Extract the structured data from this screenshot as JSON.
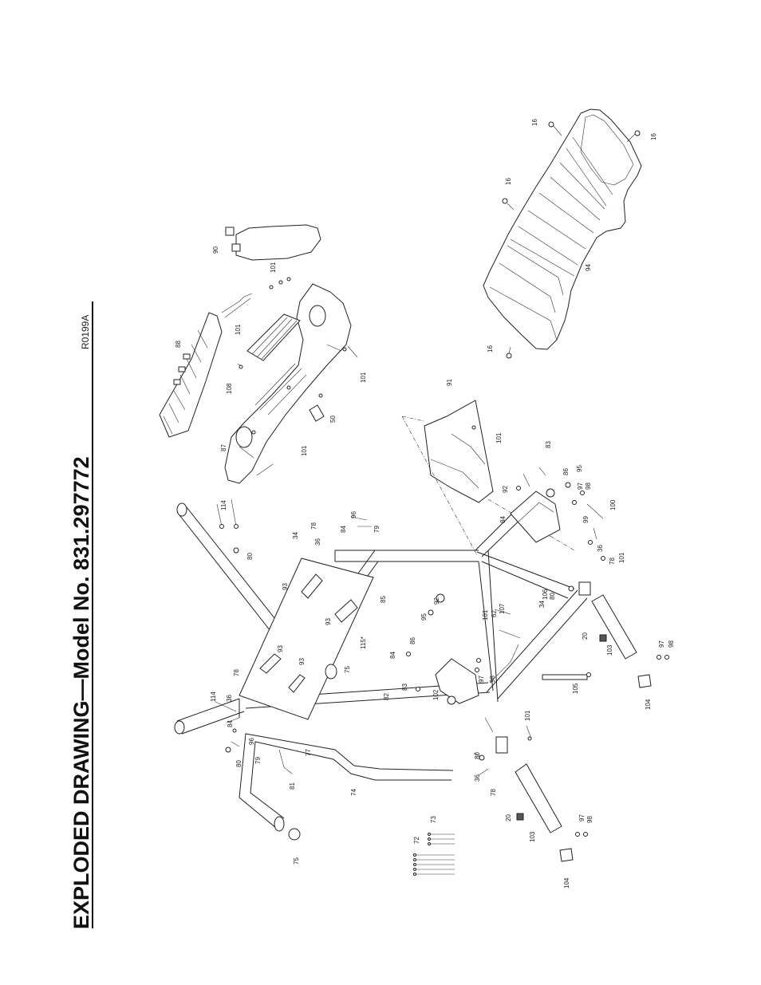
{
  "page": {
    "title": "EXPLODED DRAWING—Model No. 831.297772",
    "drawing_code": "R0199A"
  },
  "callouts": [
    {
      "name": "callout-16-a",
      "label": "16"
    },
    {
      "name": "callout-16-b",
      "label": "16"
    },
    {
      "name": "callout-16-c",
      "label": "16"
    },
    {
      "name": "callout-16-d",
      "label": "16"
    },
    {
      "name": "callout-90",
      "label": "90"
    },
    {
      "name": "callout-94",
      "label": "94"
    },
    {
      "name": "callout-101-a",
      "label": "101"
    },
    {
      "name": "callout-101-b",
      "label": "101"
    },
    {
      "name": "callout-101-c",
      "label": "101"
    },
    {
      "name": "callout-101-d",
      "label": "101"
    },
    {
      "name": "callout-88",
      "label": "88"
    },
    {
      "name": "callout-108",
      "label": "108"
    },
    {
      "name": "callout-50",
      "label": "50"
    },
    {
      "name": "callout-87",
      "label": "87"
    },
    {
      "name": "callout-91",
      "label": "91"
    },
    {
      "name": "callout-101-e",
      "label": "101"
    },
    {
      "name": "callout-83-a",
      "label": "83"
    },
    {
      "name": "callout-86-a",
      "label": "86"
    },
    {
      "name": "callout-95-a",
      "label": "95"
    },
    {
      "name": "callout-97-a",
      "label": "97"
    },
    {
      "name": "callout-98-a",
      "label": "98"
    },
    {
      "name": "callout-100",
      "label": "100"
    },
    {
      "name": "callout-99",
      "label": "99"
    },
    {
      "name": "callout-92-a",
      "label": "92"
    },
    {
      "name": "callout-84-a",
      "label": "84"
    },
    {
      "name": "callout-36-a",
      "label": "36"
    },
    {
      "name": "callout-78-a",
      "label": "78"
    },
    {
      "name": "callout-101-f",
      "label": "101"
    },
    {
      "name": "callout-114-a",
      "label": "114"
    },
    {
      "name": "callout-96-a",
      "label": "96"
    },
    {
      "name": "callout-84-b",
      "label": "84"
    },
    {
      "name": "callout-78-b",
      "label": "78"
    },
    {
      "name": "callout-79-a",
      "label": "79"
    },
    {
      "name": "callout-34-a",
      "label": "34"
    },
    {
      "name": "callout-36-b",
      "label": "36"
    },
    {
      "name": "callout-80-a",
      "label": "80"
    },
    {
      "name": "callout-93-a",
      "label": "93"
    },
    {
      "name": "callout-85",
      "label": "85"
    },
    {
      "name": "callout-92-b",
      "label": "92"
    },
    {
      "name": "callout-95-b",
      "label": "95"
    },
    {
      "name": "callout-101-g",
      "label": "101"
    },
    {
      "name": "callout-62",
      "label": "62"
    },
    {
      "name": "callout-107",
      "label": "107"
    },
    {
      "name": "callout-34-b",
      "label": "34"
    },
    {
      "name": "callout-106",
      "label": "106"
    },
    {
      "name": "callout-80-b",
      "label": "80"
    },
    {
      "name": "callout-93-b",
      "label": "93"
    },
    {
      "name": "callout-93-c",
      "label": "93"
    },
    {
      "name": "callout-93-d",
      "label": "93"
    },
    {
      "name": "callout-115",
      "label": "115*"
    },
    {
      "name": "callout-75-a",
      "label": "75"
    },
    {
      "name": "callout-86-b",
      "label": "86"
    },
    {
      "name": "callout-84-c",
      "label": "84"
    },
    {
      "name": "callout-83-b",
      "label": "83"
    },
    {
      "name": "callout-97-b",
      "label": "97"
    },
    {
      "name": "callout-98-b",
      "label": "98"
    },
    {
      "name": "callout-20-a",
      "label": "20"
    },
    {
      "name": "callout-103-a",
      "label": "103"
    },
    {
      "name": "callout-97-c",
      "label": "97"
    },
    {
      "name": "callout-98-c",
      "label": "98"
    },
    {
      "name": "callout-104-a",
      "label": "104"
    },
    {
      "name": "callout-105",
      "label": "105"
    },
    {
      "name": "callout-102",
      "label": "102"
    },
    {
      "name": "callout-82",
      "label": "82"
    },
    {
      "name": "callout-114-b",
      "label": "114"
    },
    {
      "name": "callout-36-c",
      "label": "36"
    },
    {
      "name": "callout-78-c",
      "label": "78"
    },
    {
      "name": "callout-84-d",
      "label": "84"
    },
    {
      "name": "callout-96-b",
      "label": "96"
    },
    {
      "name": "callout-79-b",
      "label": "79"
    },
    {
      "name": "callout-80-c",
      "label": "80"
    },
    {
      "name": "callout-77",
      "label": "77"
    },
    {
      "name": "callout-81",
      "label": "81"
    },
    {
      "name": "callout-74",
      "label": "74"
    },
    {
      "name": "callout-101-h",
      "label": "101"
    },
    {
      "name": "callout-80-d",
      "label": "80"
    },
    {
      "name": "callout-36-d",
      "label": "36"
    },
    {
      "name": "callout-78-d",
      "label": "78"
    },
    {
      "name": "callout-20-b",
      "label": "20"
    },
    {
      "name": "callout-103-b",
      "label": "103"
    },
    {
      "name": "callout-97-d",
      "label": "97"
    },
    {
      "name": "callout-98-d",
      "label": "98"
    },
    {
      "name": "callout-104-b",
      "label": "104"
    },
    {
      "name": "callout-75-b",
      "label": "75"
    },
    {
      "name": "callout-72",
      "label": "72"
    },
    {
      "name": "callout-73",
      "label": "73"
    }
  ]
}
